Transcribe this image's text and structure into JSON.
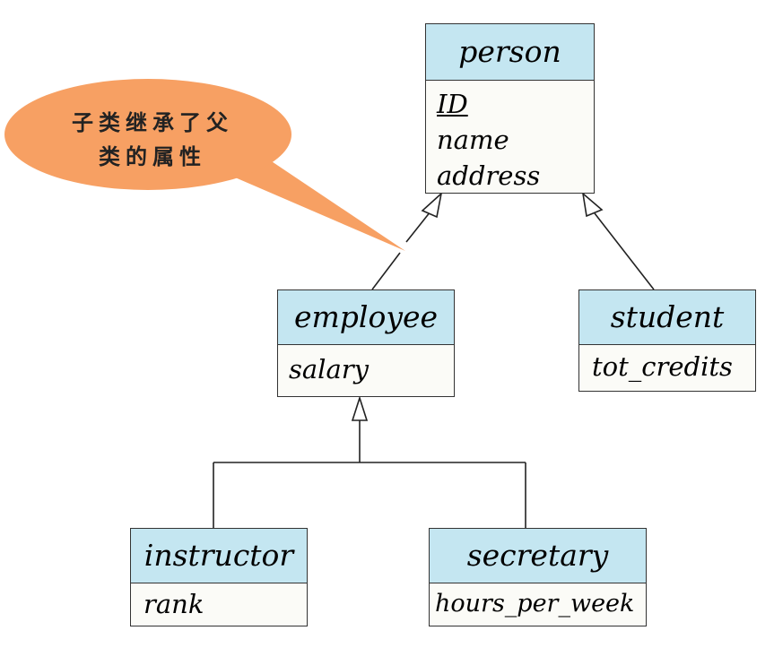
{
  "callout": {
    "line1": "子类继承了父",
    "line2": "类的属性",
    "fill_color": "#f7a063"
  },
  "entities": {
    "person": {
      "title": "person",
      "attrs": [
        "ID",
        "name",
        "address"
      ],
      "primary_key": "ID"
    },
    "employee": {
      "title": "employee",
      "attrs": [
        "salary"
      ]
    },
    "student": {
      "title": "student",
      "attrs": [
        "tot_credits"
      ]
    },
    "instructor": {
      "title": "instructor",
      "attrs": [
        "rank"
      ]
    },
    "secretary": {
      "title": "secretary",
      "attrs": [
        "hours_per_week"
      ]
    }
  },
  "colors": {
    "header_fill": "#c4e6f1",
    "body_fill": "#fbfbf7",
    "border": "#333333"
  }
}
